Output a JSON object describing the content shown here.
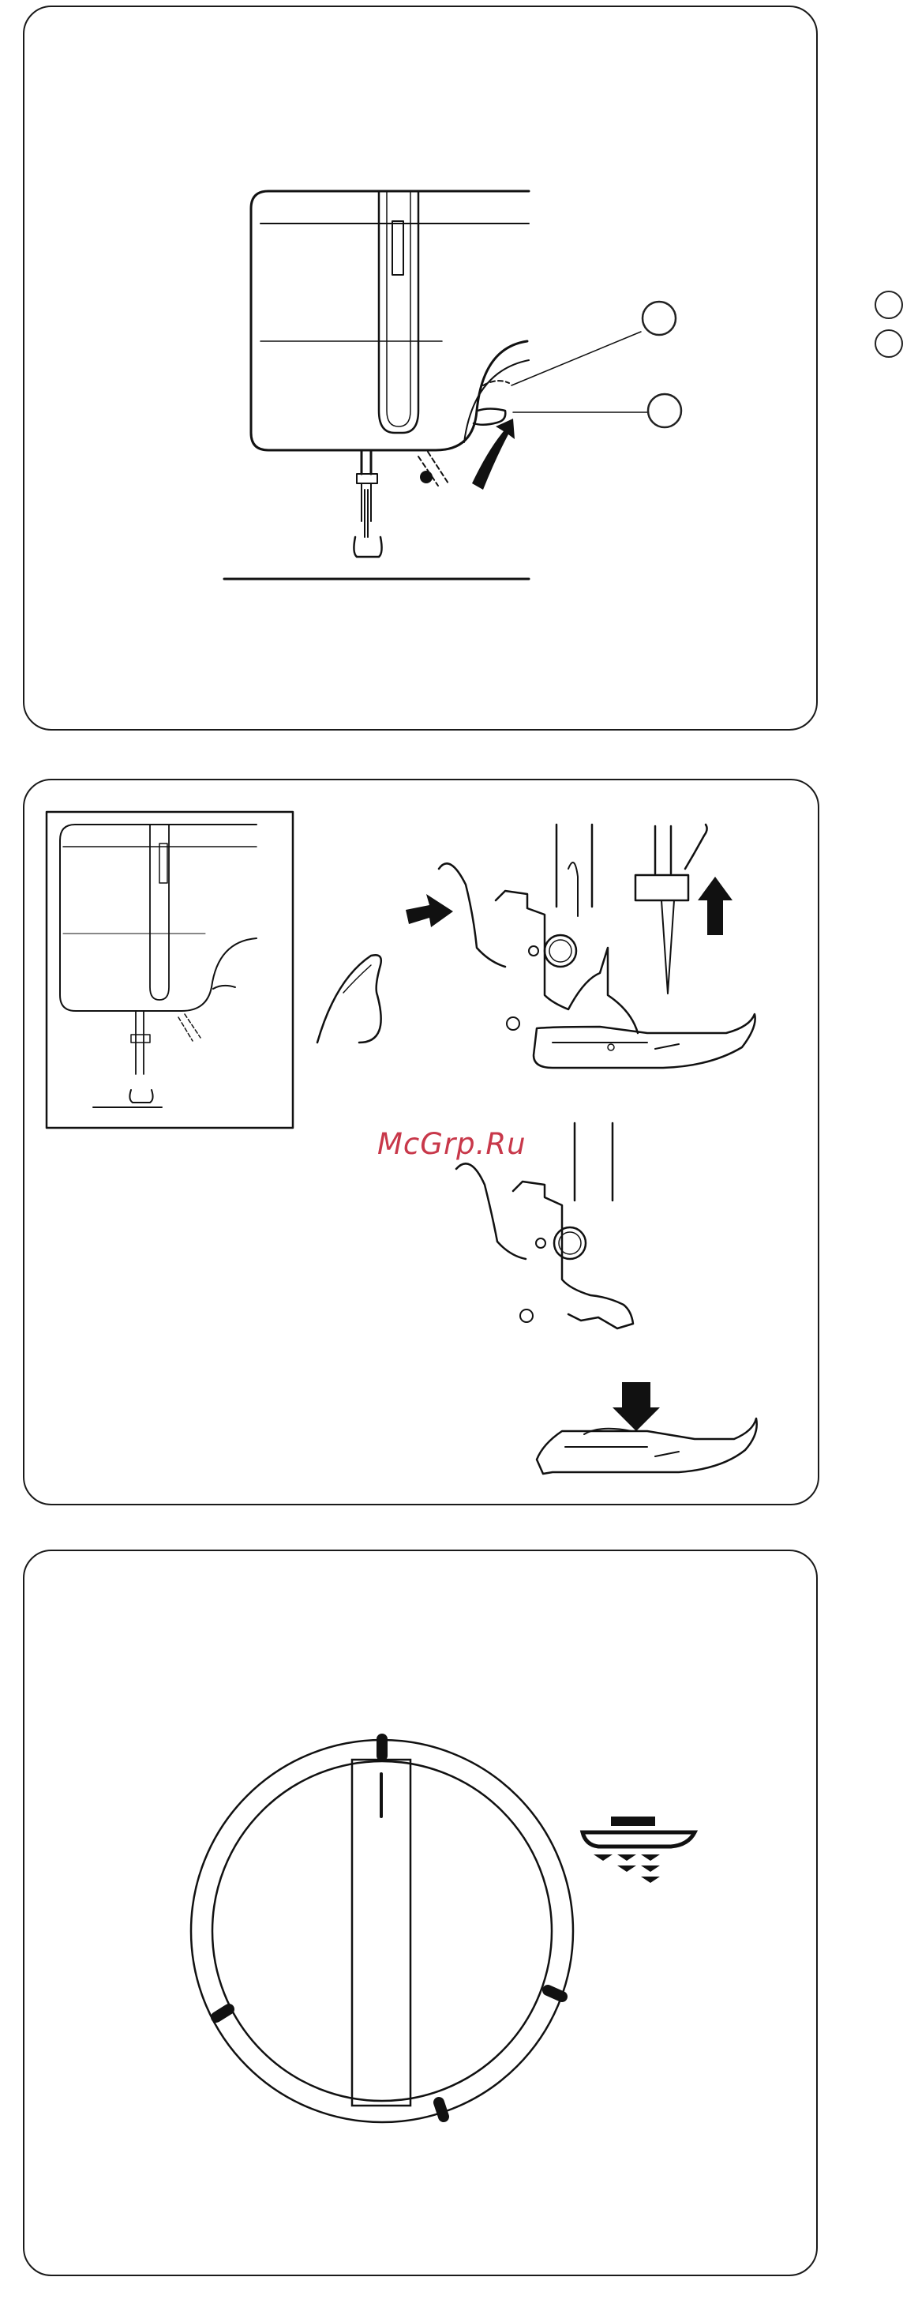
{
  "watermark": {
    "text": "McGrp.Ru",
    "color": "#c8384a"
  },
  "panels": [
    {
      "name": "presser-foot-lever-panel",
      "callouts": 2
    },
    {
      "name": "presser-foot-change-panel"
    },
    {
      "name": "feed-dog-dial-panel",
      "dial_marks": 4,
      "symbol": "feed-dog-icon"
    }
  ],
  "side_markers": 2
}
